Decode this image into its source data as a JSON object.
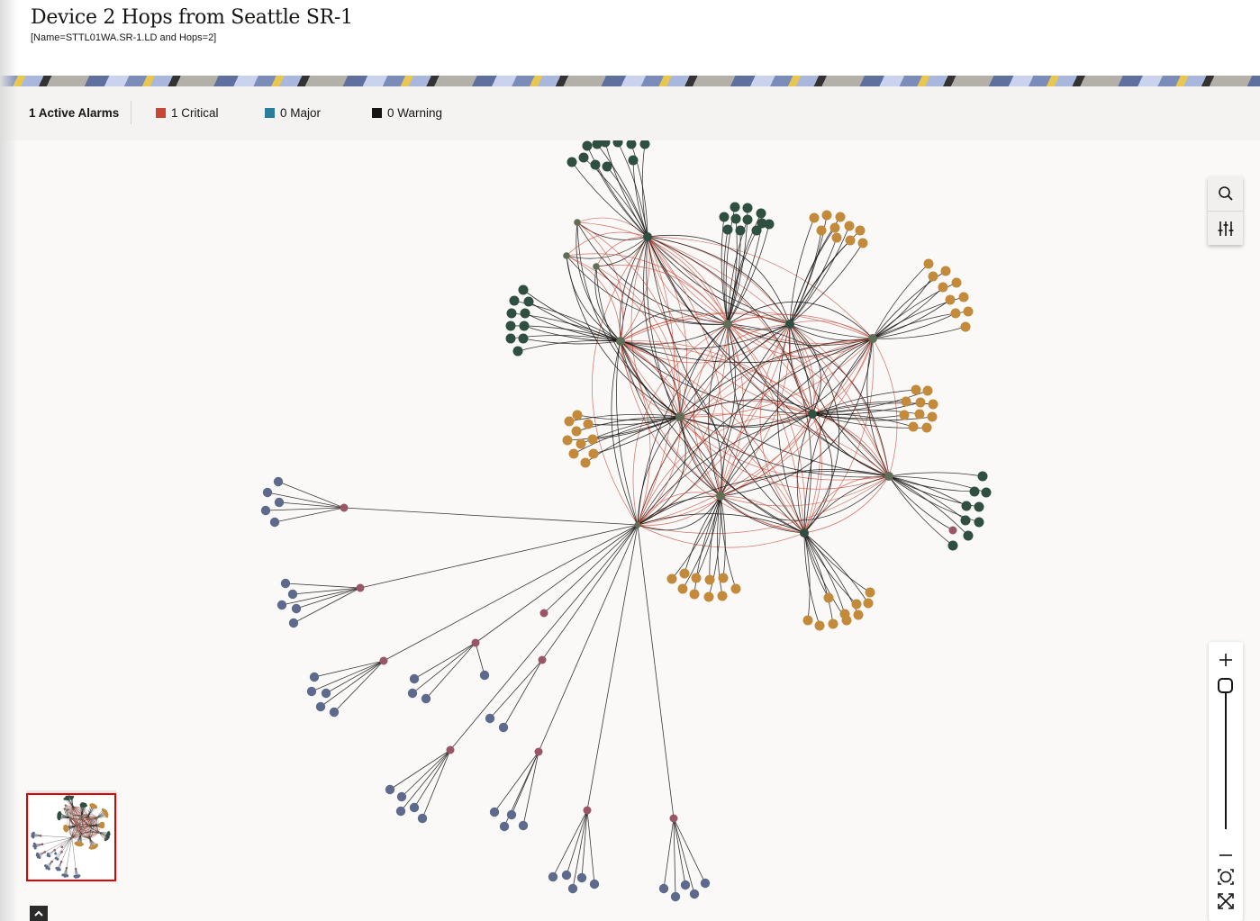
{
  "header": {
    "title": "Device 2 Hops from Seattle SR-1",
    "subtitle": "[Name=STTL01WA.SR-1.LD and Hops=2]"
  },
  "alarms": {
    "summary": "1 Active Alarms",
    "items": [
      {
        "label": "1 Critical",
        "count": 1,
        "color": "#c74634"
      },
      {
        "label": "0 Major",
        "count": 0,
        "color": "#2b7d9c"
      },
      {
        "label": "0 Warning",
        "count": 0,
        "color": "#161513"
      }
    ]
  },
  "toolbar": {
    "search_icon": "search-icon",
    "filter_icon": "sliders-icon"
  },
  "zoom_controls": {
    "zoom_in_icon": "plus-icon",
    "zoom_out_icon": "minus-icon",
    "fit_icon": "zoom-to-fit-icon",
    "fullscreen_icon": "expand-icon",
    "level_position": "max"
  },
  "graph": {
    "colors": {
      "router_green": "#2f4f40",
      "hub_olive": "#5f6e55",
      "leaf_orange": "#c28a3a",
      "leaf_slate": "#5d6a8c",
      "hub_mauve": "#9a5566",
      "edge_black": "#161513",
      "edge_red": "#c74634"
    }
  },
  "overview": {
    "label": "graph-overview-minimap"
  },
  "collapse": {
    "icon": "chevron-up-icon"
  }
}
